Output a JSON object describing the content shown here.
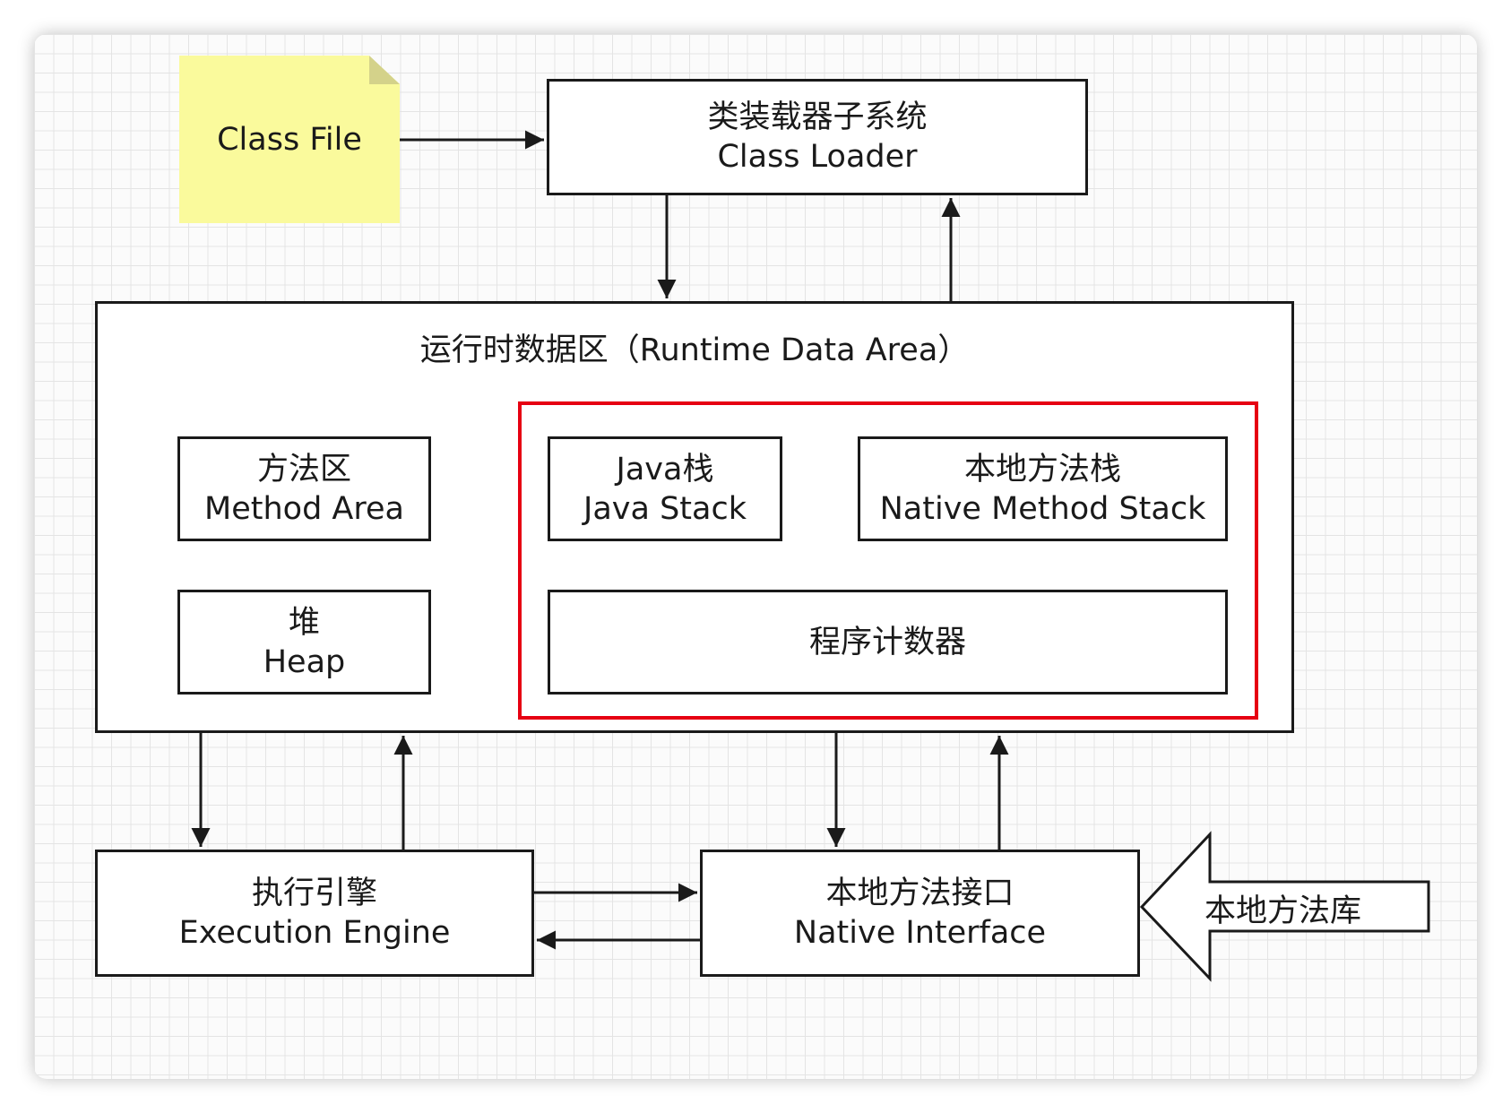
{
  "class_file": {
    "label": "Class File"
  },
  "class_loader": {
    "line1": "类装载器子系统",
    "line2": "Class Loader"
  },
  "runtime_data_area": {
    "title": "运行时数据区（Runtime Data Area）"
  },
  "method_area": {
    "line1": "方法区",
    "line2": "Method Area"
  },
  "heap": {
    "line1": "堆",
    "line2": "Heap"
  },
  "java_stack": {
    "line1": "Java栈",
    "line2": "Java Stack"
  },
  "native_method_stack": {
    "line1": "本地方法栈",
    "line2": "Native Method Stack"
  },
  "program_counter": {
    "line1": "程序计数器"
  },
  "execution_engine": {
    "line1": "执行引擎",
    "line2": "Execution Engine"
  },
  "native_interface": {
    "line1": "本地方法接口",
    "line2": "Native Interface"
  },
  "native_library": {
    "label": "本地方法库"
  },
  "colors": {
    "line": "#1a1a1a",
    "highlight_frame": "#e60012",
    "note_fill": "#fafa9c",
    "grid": "#e4e4e4"
  }
}
